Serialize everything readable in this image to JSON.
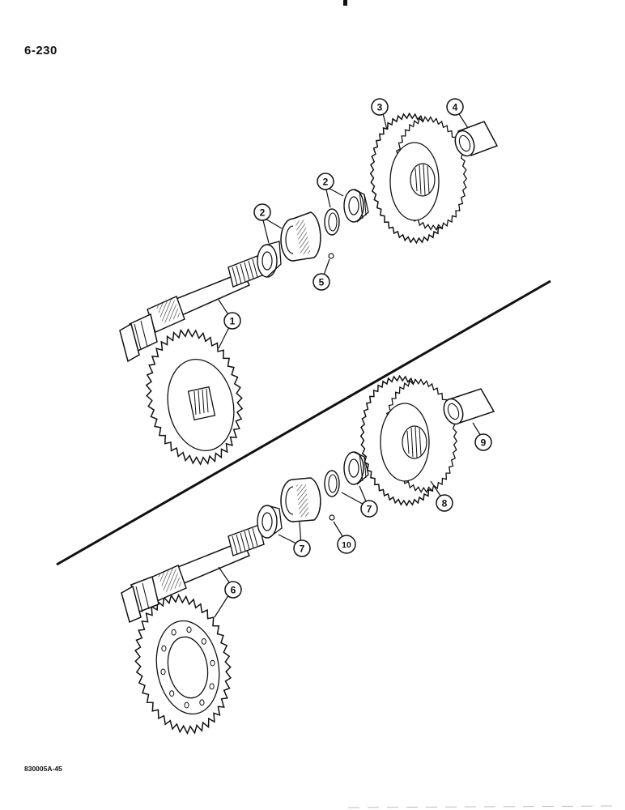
{
  "page": {
    "number": "6-230",
    "figure_code": "830005A-45"
  },
  "callouts": {
    "c1": "1",
    "c2a": "2",
    "c2b": "2",
    "c3": "3",
    "c4": "4",
    "c5": "5",
    "c6": "6",
    "c7a": "7",
    "c7b": "7",
    "c8": "8",
    "c9": "9",
    "c10": "10"
  },
  "colors": {
    "ink": "#111111",
    "paper": "#ffffff",
    "shade": "#9a9a9a"
  }
}
